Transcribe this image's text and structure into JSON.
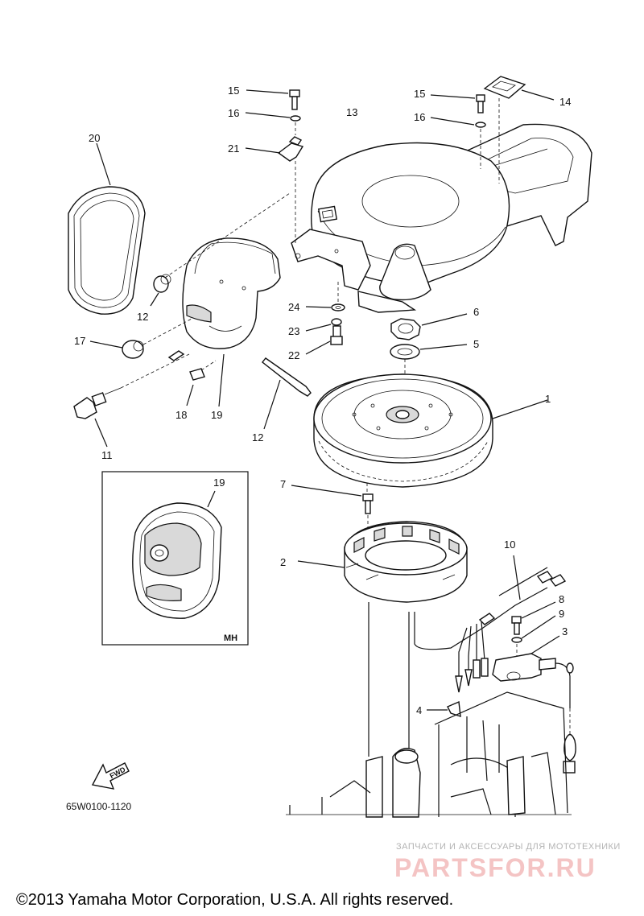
{
  "diagram_code": "65W0100-1120",
  "inset_tag": "MH",
  "fwd_label": "FWD",
  "watermark": {
    "tagline": "ЗАПЧАСТИ И АКСЕССУАРЫ ДЛЯ МОТОТЕХНИКИ",
    "brand": "PARTSFOR.RU"
  },
  "copyright": "©2013 Yamaha Motor Corporation, U.S.A. All rights reserved.",
  "callouts": {
    "c1": "1",
    "c2": "2",
    "c3": "3",
    "c4": "4",
    "c5": "5",
    "c6": "6",
    "c7": "7",
    "c8": "8",
    "c9": "9",
    "c10": "10",
    "c11": "11",
    "c12a": "12",
    "c12b": "12",
    "c13": "13",
    "c14": "14",
    "c15a": "15",
    "c15b": "15",
    "c16a": "16",
    "c16b": "16",
    "c17": "17",
    "c18": "18",
    "c19a": "19",
    "c19b": "19",
    "c20": "20",
    "c21": "21",
    "c22": "22",
    "c23": "23",
    "c24": "24"
  }
}
